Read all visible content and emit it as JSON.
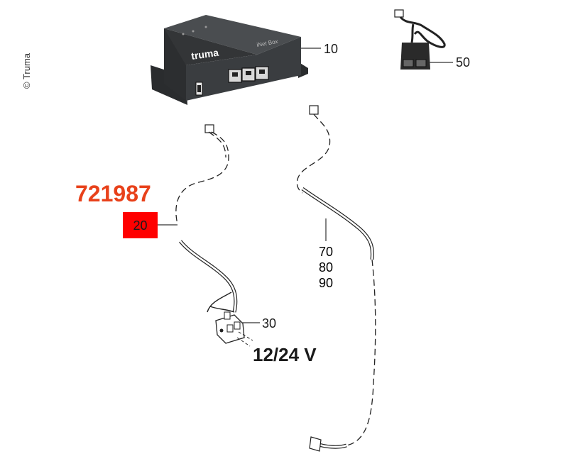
{
  "copyright": "© Truma",
  "part_number": "721987",
  "box_brand": "truma",
  "box_model": "iNet Box",
  "callouts": {
    "c10": "10",
    "c20": "20",
    "c30": "30",
    "c50": "50",
    "c70": "70",
    "c80": "80",
    "c90": "90"
  },
  "voltage": "12/24 V",
  "colors": {
    "part_number": "#e8411a",
    "highlight_box": "#ff0000",
    "device_body": "#3a3d40"
  }
}
